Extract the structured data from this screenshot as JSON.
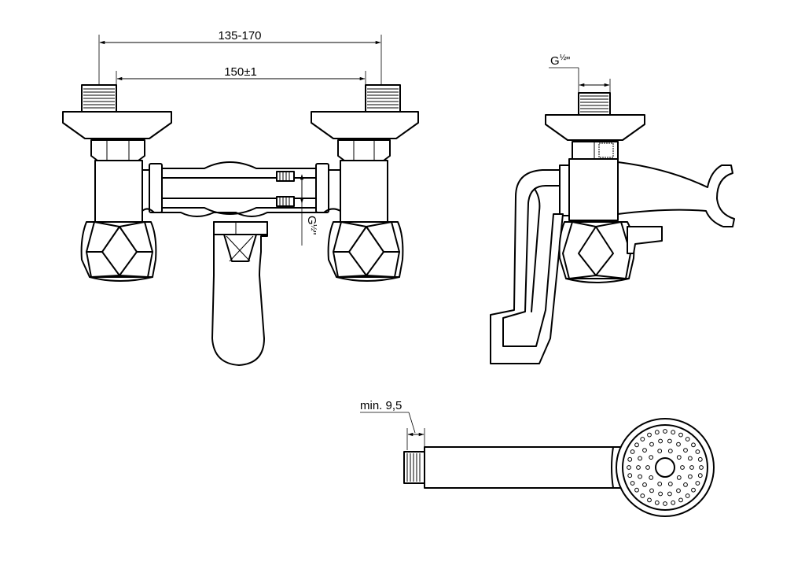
{
  "front_view": {
    "dim_outer": "135-170",
    "dim_center": "150±1",
    "thread_main": "G",
    "thread_frac": "½",
    "thread_quote": "\""
  },
  "side_view": {
    "thread_main": "G",
    "thread_frac": "½",
    "thread_quote": "\""
  },
  "hand_shower": {
    "dim_label": "min. 9,5"
  }
}
